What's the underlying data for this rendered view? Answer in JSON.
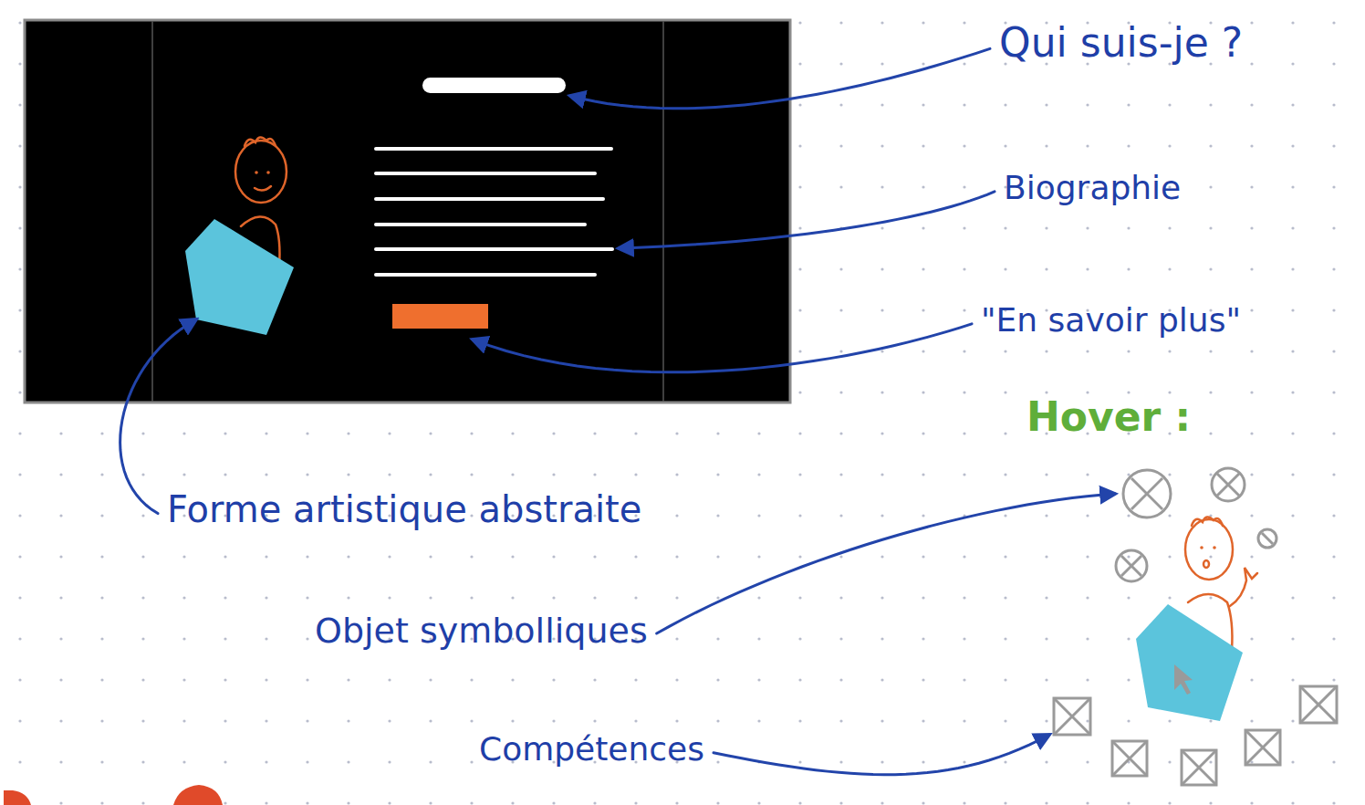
{
  "diagram": {
    "labels": [
      "Qui suis-je ?",
      "Biographie",
      "\"En savoir plus\"",
      "Hover :",
      "Forme artistique abstraite",
      "Objet symbolliques",
      "Compétences"
    ]
  }
}
